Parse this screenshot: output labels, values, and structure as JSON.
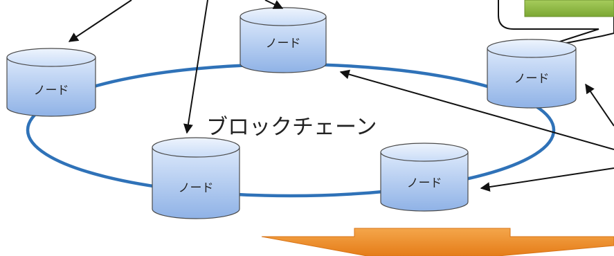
{
  "diagram": {
    "center_label": "ブロックチェーン",
    "nodes": [
      {
        "id": "top-center",
        "label": "ノード"
      },
      {
        "id": "left",
        "label": "ノード"
      },
      {
        "id": "right",
        "label": "ノード"
      },
      {
        "id": "bottom-left",
        "label": "ノード"
      },
      {
        "id": "bottom-right",
        "label": "ノード"
      }
    ],
    "colors": {
      "ring": "#2f72b8",
      "node_top": "#dbe8fb",
      "node_body_light": "#c9dcf7",
      "node_body_dark": "#8fb2e6",
      "node_stroke": "#4a4a4a",
      "callout_box": "#86b23c",
      "big_arrow": "#ee8a2a",
      "text": "#222222"
    }
  }
}
